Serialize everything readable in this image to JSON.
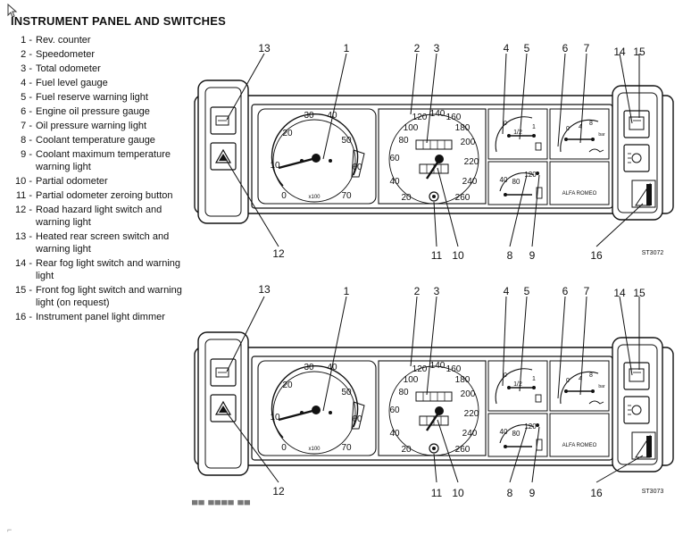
{
  "title": "INSTRUMENT PANEL AND SWITCHES",
  "legend": [
    {
      "num": "1 -",
      "text": "Rev. counter"
    },
    {
      "num": "2 -",
      "text": "Speedometer"
    },
    {
      "num": "3 -",
      "text": "Total odometer"
    },
    {
      "num": "4 -",
      "text": "Fuel level gauge"
    },
    {
      "num": "5 -",
      "text": "Fuel reserve warning light"
    },
    {
      "num": "6 -",
      "text": "Engine oil pressure gauge"
    },
    {
      "num": "7 -",
      "text": "Oil pressure warning light"
    },
    {
      "num": "8 -",
      "text": "Coolant temperature gauge"
    },
    {
      "num": "9 -",
      "text": "Coolant maximum temperature warning light"
    },
    {
      "num": "10 -",
      "text": "Partial odometer"
    },
    {
      "num": "11 -",
      "text": "Partial odometer zeroing button"
    },
    {
      "num": "12 -",
      "text": "Road hazard light switch and warning light"
    },
    {
      "num": "13 -",
      "text": "Heated rear screen switch and warning light"
    },
    {
      "num": "14 -",
      "text": "Rear fog light switch and warning light"
    },
    {
      "num": "15 -",
      "text": "Front fog light switch and warning light (on request)"
    },
    {
      "num": "16 -",
      "text": "Instrument panel light dimmer"
    }
  ],
  "callouts": [
    "1",
    "2",
    "3",
    "4",
    "5",
    "6",
    "7",
    "8",
    "9",
    "10",
    "11",
    "12",
    "13",
    "14",
    "15",
    "16"
  ],
  "gauges": {
    "rev_ticks": [
      "0",
      "10",
      "20",
      "30",
      "40",
      "50",
      "60",
      "70"
    ],
    "rev_unit": "x100",
    "speed_ticks": [
      "20",
      "40",
      "60",
      "80",
      "100",
      "120",
      "140",
      "160",
      "180",
      "200",
      "220",
      "240",
      "260"
    ],
    "fuel_ticks": [
      "0",
      "1/2",
      "1"
    ],
    "oil_ticks": [
      "0",
      "4",
      "8"
    ],
    "oil_unit": "bar",
    "coolant_ticks": [
      "40",
      "80",
      "120"
    ],
    "brand": "ALFA ROMEO"
  },
  "figure_codes": [
    "ST3072",
    "ST3073"
  ],
  "marks": {
    "scan": "▀▀ ▀▀▀▀ ▀▀",
    "corner": "⌐"
  }
}
